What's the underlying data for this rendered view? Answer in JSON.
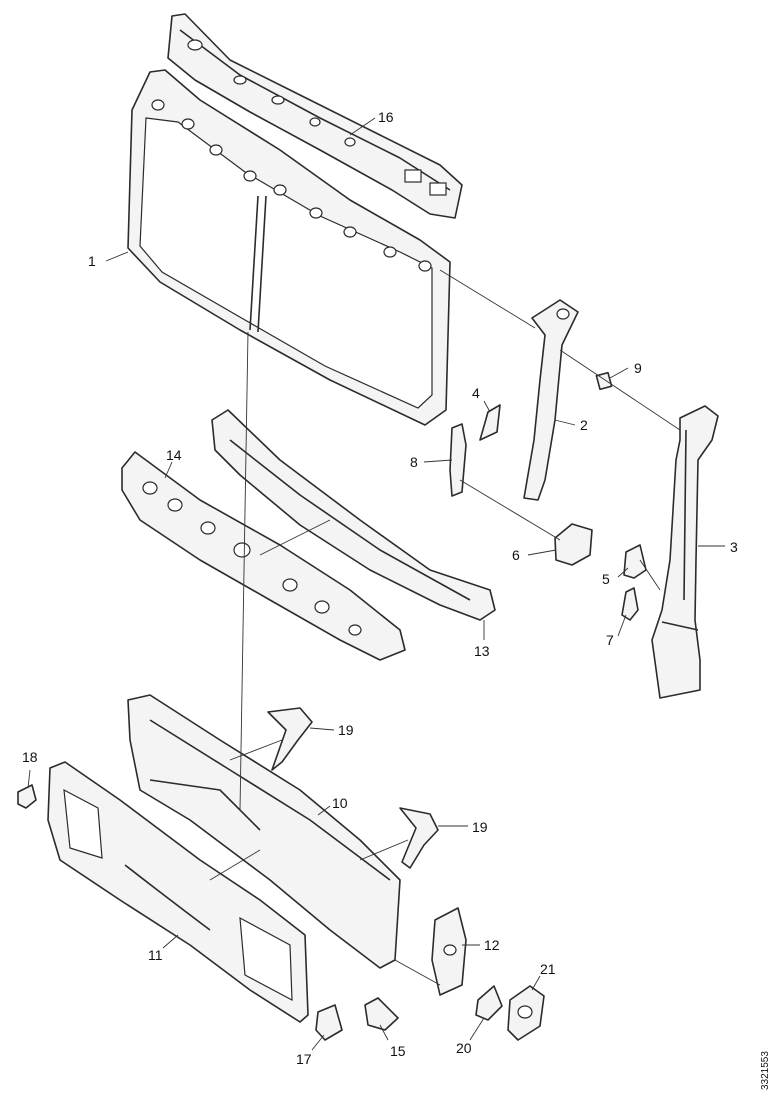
{
  "callouts": [
    {
      "id": "c1",
      "label": "1"
    },
    {
      "id": "c2",
      "label": "2"
    },
    {
      "id": "c3",
      "label": "3"
    },
    {
      "id": "c4",
      "label": "4"
    },
    {
      "id": "c5",
      "label": "5"
    },
    {
      "id": "c6",
      "label": "6"
    },
    {
      "id": "c7",
      "label": "7"
    },
    {
      "id": "c8",
      "label": "8"
    },
    {
      "id": "c9",
      "label": "9"
    },
    {
      "id": "c10",
      "label": "10"
    },
    {
      "id": "c11",
      "label": "11"
    },
    {
      "id": "c12",
      "label": "12"
    },
    {
      "id": "c13",
      "label": "13"
    },
    {
      "id": "c14",
      "label": "14"
    },
    {
      "id": "c15",
      "label": "15"
    },
    {
      "id": "c16",
      "label": "16"
    },
    {
      "id": "c17",
      "label": "17"
    },
    {
      "id": "c18",
      "label": "18"
    },
    {
      "id": "c19a",
      "label": "19"
    },
    {
      "id": "c19b",
      "label": "19"
    },
    {
      "id": "c20",
      "label": "20"
    },
    {
      "id": "c21",
      "label": "21"
    }
  ],
  "reference_code": "3321553"
}
